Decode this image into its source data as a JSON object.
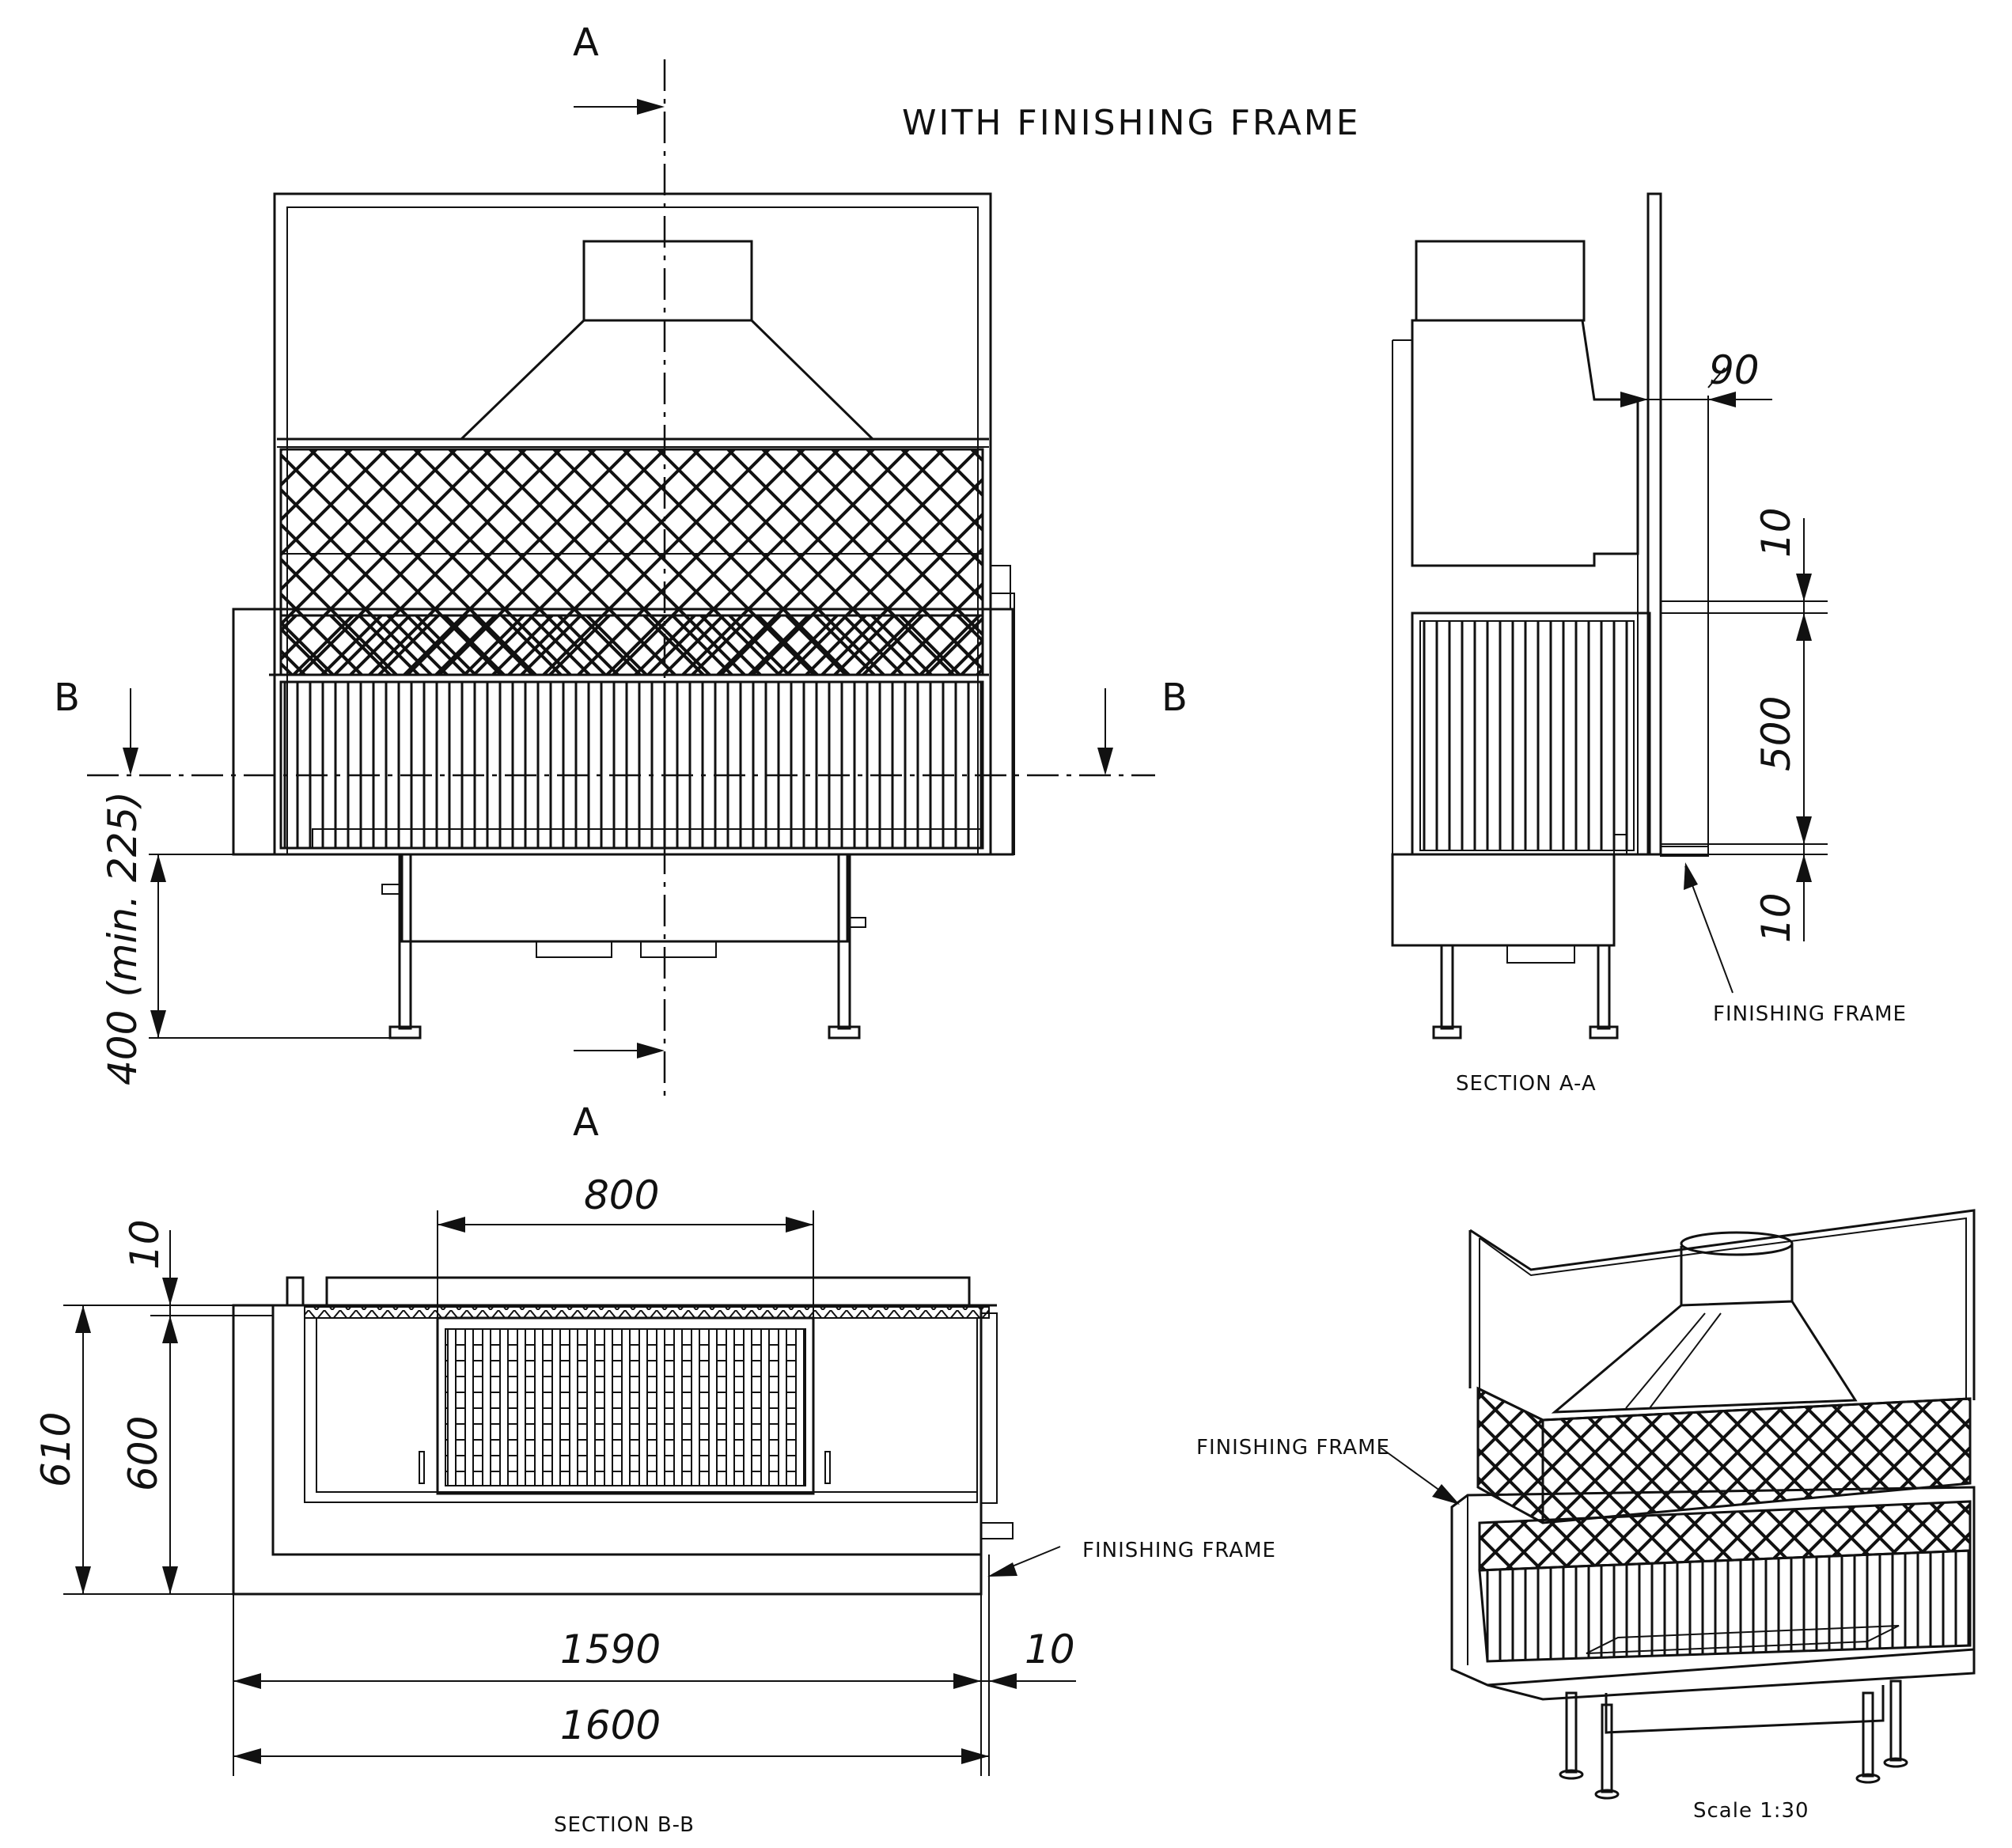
{
  "title": "WITH FINISHING FRAME",
  "section_markers": {
    "a_top": "A",
    "a_bottom": "A",
    "b_left": "B",
    "b_right": "B"
  },
  "labels": {
    "section_aa": "SECTION A-A",
    "section_bb": "SECTION B-B",
    "finishing_frame_aa": "FINISHING FRAME",
    "finishing_frame_bb": "FINISHING FRAME",
    "finishing_frame_iso": "FINISHING FRAME",
    "scale": "Scale 1:30"
  },
  "dimensions": {
    "height_floor": "400 (min. 225)",
    "frame_depth": "90",
    "top_gap": "10",
    "opening_height": "500",
    "bottom_gap": "10",
    "opening_width": "800",
    "side_gap": "10",
    "depth_total": "610",
    "depth_body": "600",
    "width_body": "1590",
    "width_gap": "10",
    "width_total": "1600"
  },
  "colors": {
    "line": "#111111",
    "background": "#ffffff"
  }
}
